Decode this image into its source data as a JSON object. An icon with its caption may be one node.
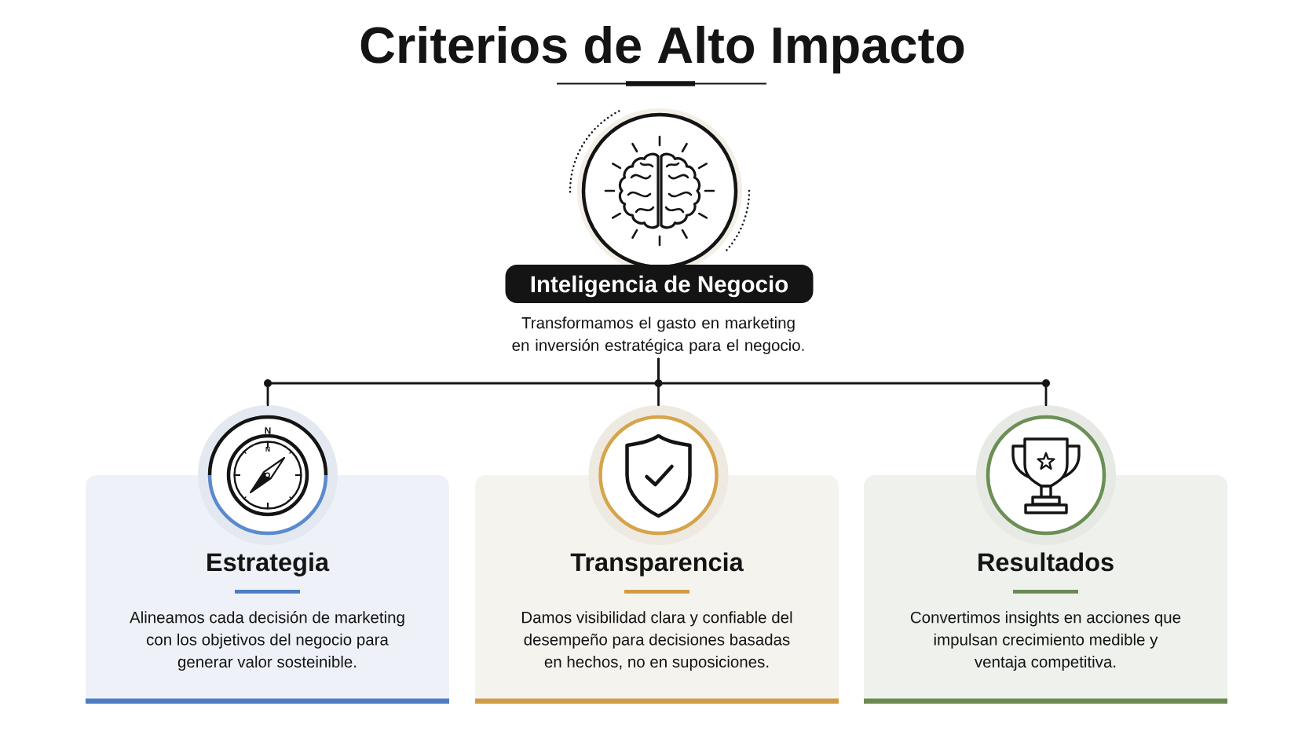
{
  "diagram": {
    "title": "Criterios de Alto Impacto",
    "nodes": [
      {
        "text": [],
        "shape": "circle"
      },
      {
        "text": [
          "Inteligencia de Negocio",
          "Transformamos el gasto en marketing en inversión estratégica para el negocio."
        ]
      },
      {
        "text": [],
        "shape": "circle"
      },
      {
        "text": [],
        "shape": "circle"
      },
      {
        "text": [],
        "shape": "circle"
      },
      {
        "text": [
          "Estrategia",
          "Alineamos cada decisión de marketing con los objetivos del negocio para generar valor sosteinible."
        ]
      },
      {
        "text": [
          "Transparencia",
          "Damos visibilidad clara y confiable del desempeño para decisiones basadas en hechos, no en suposiciones."
        ]
      },
      {
        "text": [
          "Resultados",
          "Convertimos insights en acciones que impulsan crecimiento medible y ventaja competitiva."
        ]
      }
    ],
    "edges": [
      {
        "from": 1,
        "to": 2,
        "arrow": "none"
      },
      {
        "from": 1,
        "to": 3,
        "arrow": "none"
      },
      {
        "from": 1,
        "to": 4,
        "arrow": "none"
      }
    ],
    "labels": [
      "N",
      "N"
    ]
  }
}
